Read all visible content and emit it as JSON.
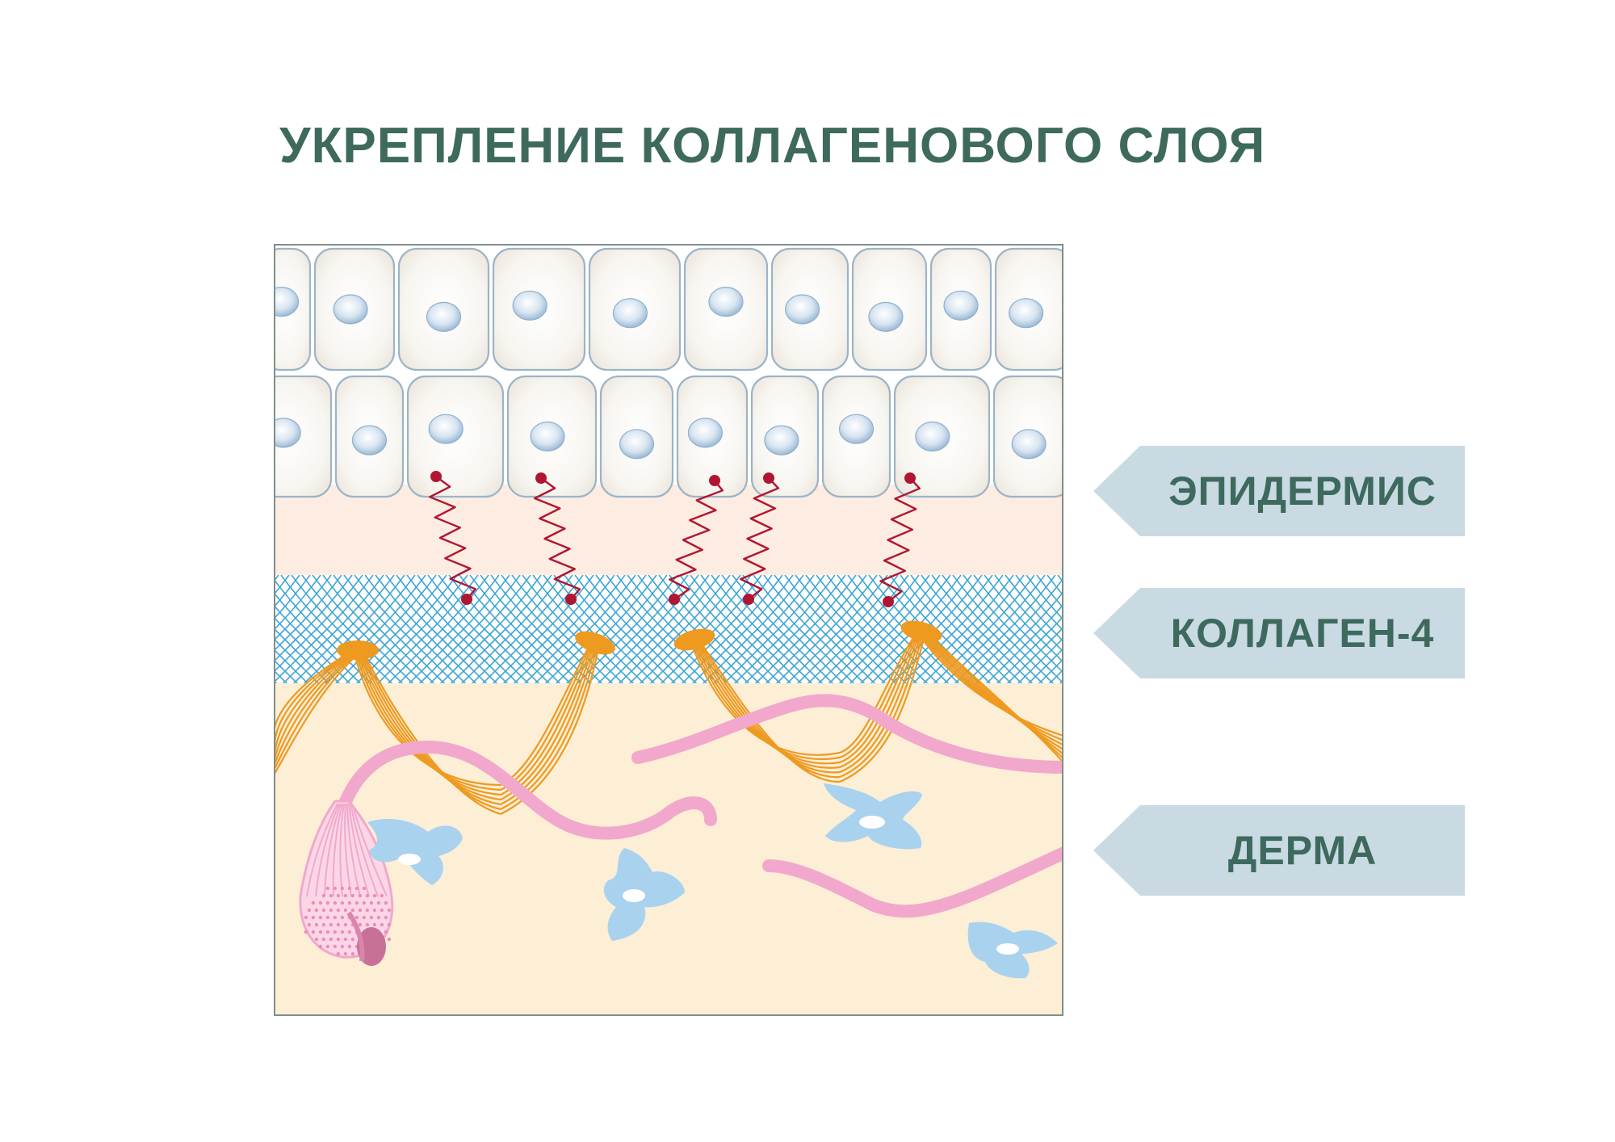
{
  "title": "УКРЕПЛЕНИЕ КОЛЛАГЕНОВОГО СЛОЯ",
  "layers": [
    {
      "label": "ЭПИДЕРМИС"
    },
    {
      "label": "КОЛЛАГЕН-4"
    },
    {
      "label": "ДЕРМА"
    }
  ],
  "colors": {
    "title_text": "#3e6a5e",
    "label_tab": "#c9dae3",
    "cell_fill": "#f4f1ea",
    "cell_outline": "#9bb4c9",
    "nucleus": "#b9cfe2",
    "epidermis_base": "#fdece2",
    "collagen_mesh": "#3ea6d3",
    "dermis": "#fdeed6",
    "anchor_fibers": "#ee9a20",
    "fiber_strands": "#f2a8cc",
    "red_links": "#b01630",
    "fibroblasts": "#a9d2ef"
  }
}
